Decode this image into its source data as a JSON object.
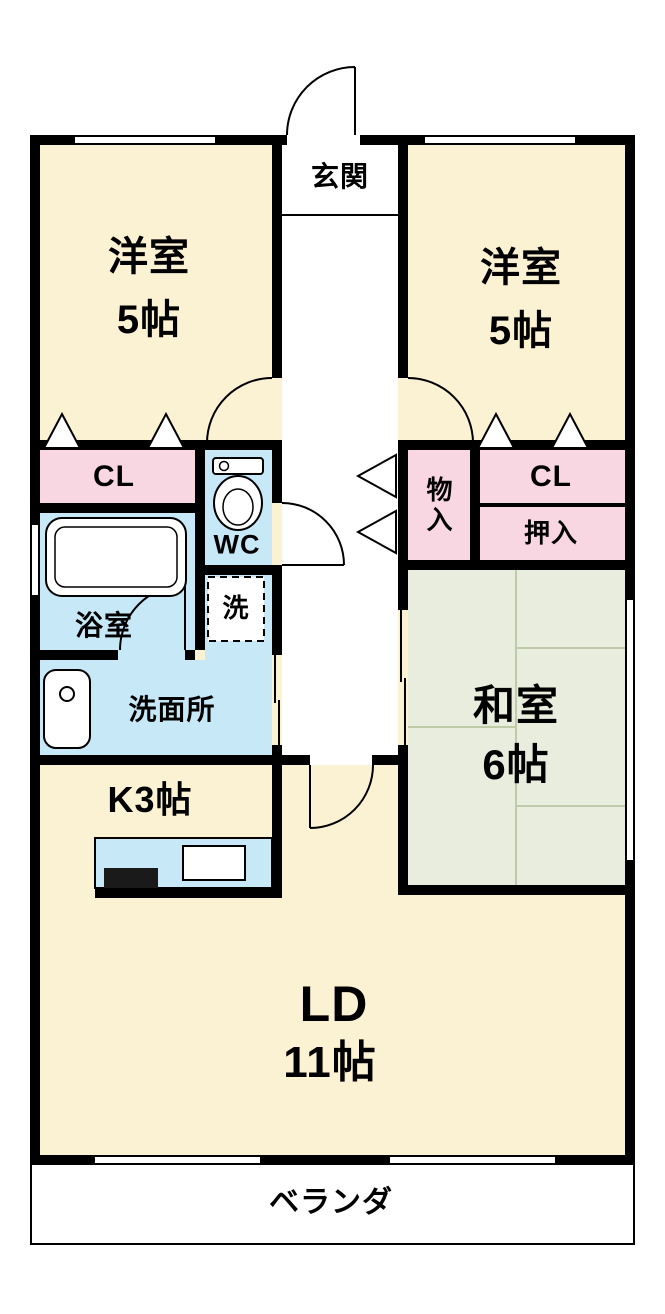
{
  "rooms": {
    "genkan": {
      "label": "玄関"
    },
    "west_room_left": {
      "label": "洋室",
      "size": "5帖"
    },
    "west_room_right": {
      "label": "洋室",
      "size": "5帖"
    },
    "closet_left": {
      "label": "CL"
    },
    "wc": {
      "label": "WC"
    },
    "bath": {
      "label": "浴室"
    },
    "laundry": {
      "label": "洗"
    },
    "washroom": {
      "label": "洗面所"
    },
    "storage": {
      "label": "物入"
    },
    "closet_right": {
      "label": "CL"
    },
    "oshiire": {
      "label": "押入"
    },
    "washitsu": {
      "label": "和室",
      "size": "6帖"
    },
    "kitchen": {
      "label": "K3帖"
    },
    "living_dining": {
      "label": "LD",
      "size": "11帖"
    },
    "veranda": {
      "label": "ベランダ"
    }
  },
  "colors": {
    "room_cream": "#FBF1D3",
    "closet_pink": "#F8D7E3",
    "wet_area_blue": "#C6E8F7",
    "tatami_green": "#E9EDDE",
    "tatami_line": "#BFCBA8",
    "wall_black": "#000000"
  }
}
